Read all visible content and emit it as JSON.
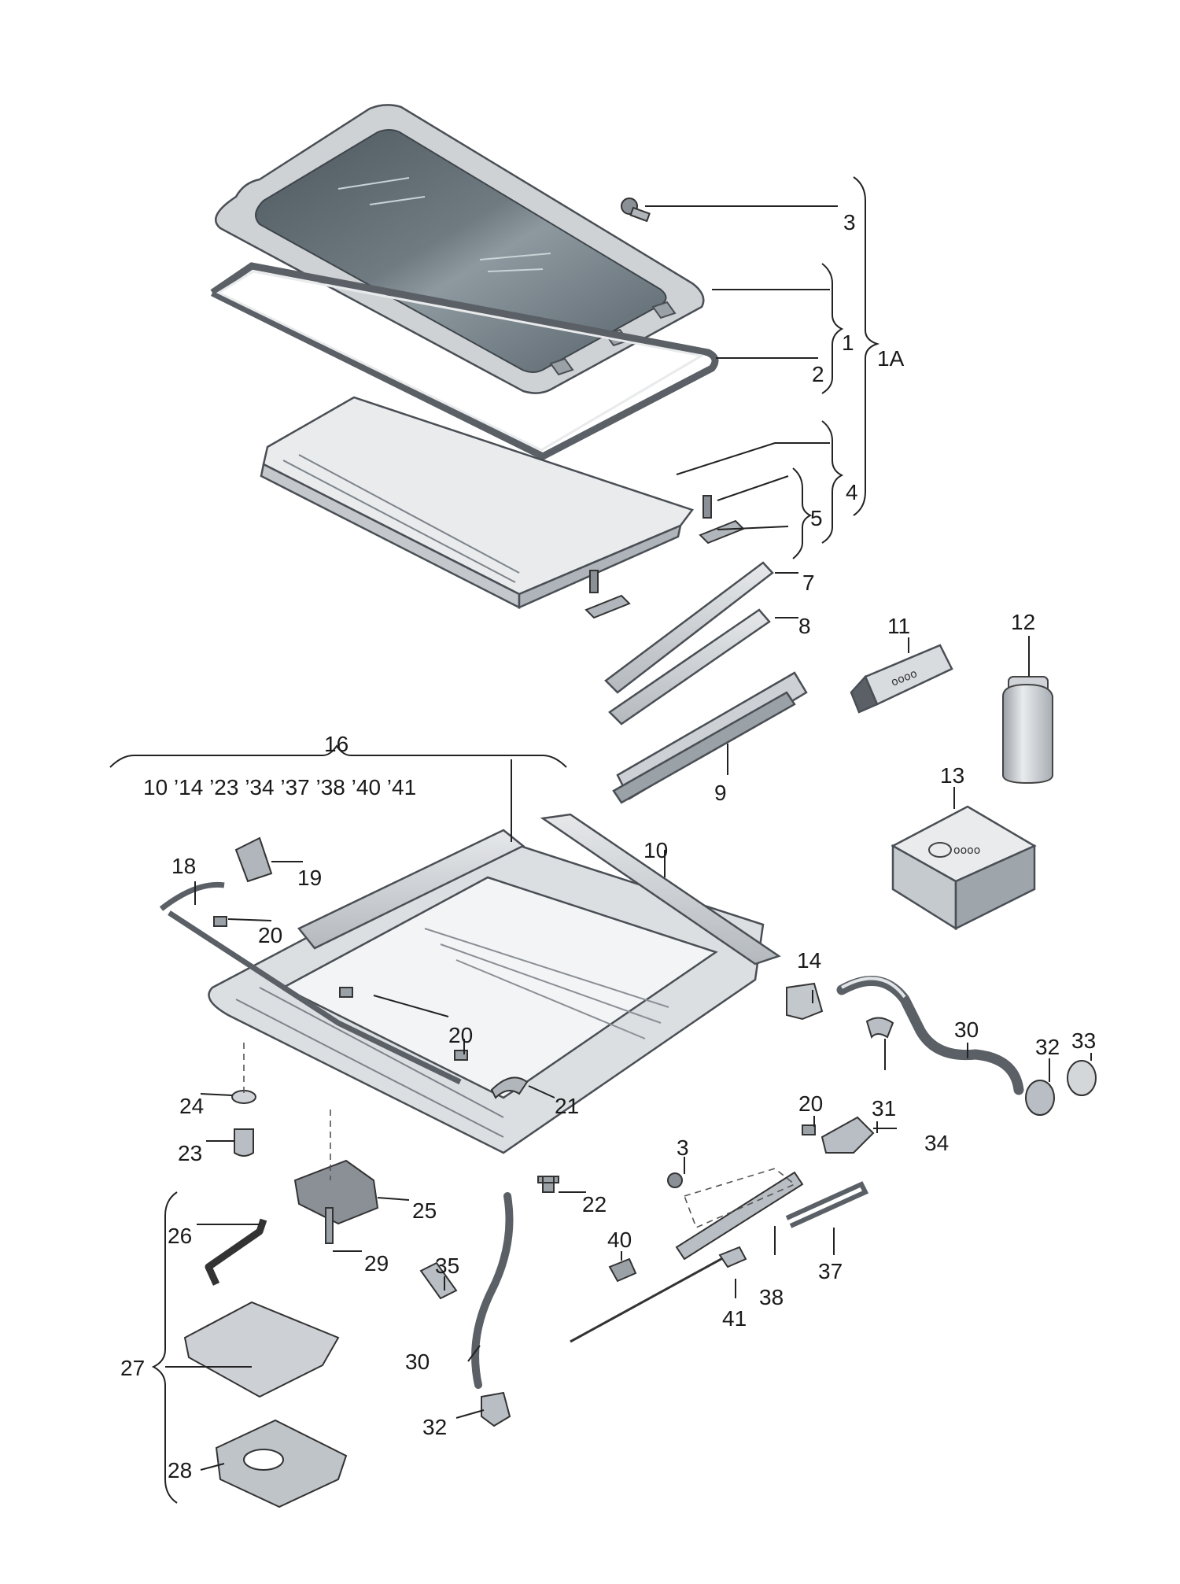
{
  "callouts": {
    "c3a": "3",
    "c1": "1",
    "c1A": "1A",
    "c2": "2",
    "c4": "4",
    "c5": "5",
    "c7": "7",
    "c8": "8",
    "c9": "9",
    "c11": "11",
    "c12": "12",
    "c13": "13",
    "c16": "16",
    "kit_list": "10 ’14 ’23 ’34 ’37 ’38 ’40 ’41",
    "c10": "10",
    "c18": "18",
    "c19": "19",
    "c20a": "20",
    "c20b": "20",
    "c21": "21",
    "c14": "14",
    "c30a": "30",
    "c32a": "32",
    "c33": "33",
    "c20c": "20",
    "c31": "31",
    "c34": "34",
    "c24": "24",
    "c23": "23",
    "c3b": "3",
    "c25": "25",
    "c22": "22",
    "c26": "26",
    "c40": "40",
    "c29": "29",
    "c35": "35",
    "c38": "38",
    "c37": "37",
    "c41": "41",
    "c27": "27",
    "c30b": "30",
    "c32b": "32",
    "c28": "28"
  },
  "colors": {
    "part_fill": "#c9ccd0",
    "part_light": "#e4e6e8",
    "part_dark": "#7d848b",
    "glass": "#5f6a70",
    "glass_shine": "#9aa6ac",
    "line": "#222222"
  }
}
